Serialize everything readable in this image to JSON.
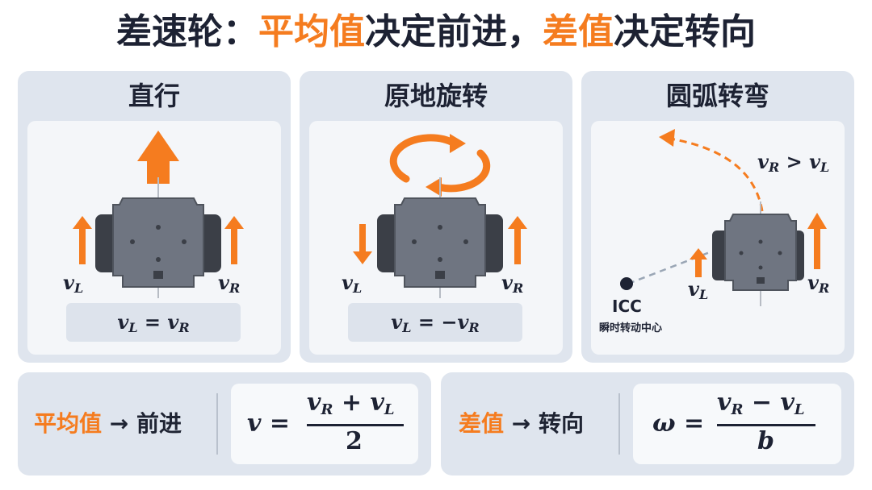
{
  "title": {
    "part1": "差速轮：",
    "part2": "平均值",
    "part3": "决定前进，",
    "part4": "差值",
    "part5": "决定转向"
  },
  "panels": [
    {
      "title": "直行",
      "left_label": "v",
      "left_sub": "L",
      "right_label": "v",
      "right_sub": "R",
      "eq": {
        "a": "v",
        "a_sub": "L",
        "op": " = ",
        "b": "v",
        "b_sub": "R"
      }
    },
    {
      "title": "原地旋转",
      "left_label": "v",
      "left_sub": "L",
      "right_label": "v",
      "right_sub": "R",
      "eq": {
        "a": "v",
        "a_sub": "L",
        "op": " = −",
        "b": "v",
        "b_sub": "R"
      }
    },
    {
      "title": "圆弧转弯",
      "left_label": "v",
      "left_sub": "L",
      "right_label": "v",
      "right_sub": "R",
      "cond": {
        "a": "v",
        "a_sub": "R",
        "op": " > ",
        "b": "v",
        "b_sub": "L"
      },
      "icc": "ICC",
      "icc_desc": "瞬时转动中心"
    }
  ],
  "bottom_left": {
    "tag": "平均值",
    "arrow": " → ",
    "rest": "前进",
    "lhs": "v =",
    "num_a": "v",
    "num_a_sub": "R",
    "num_op": " + ",
    "num_b": "v",
    "num_b_sub": "L",
    "den": "2"
  },
  "bottom_right": {
    "tag": "差值",
    "arrow": " → ",
    "rest": "转向",
    "lhs": "ω =",
    "num_a": "v",
    "num_a_sub": "R",
    "num_op": " − ",
    "num_b": "v",
    "num_b_sub": "L",
    "den": "b"
  },
  "colors": {
    "accent": "#f57c1f",
    "dark": "#1d2233",
    "panel": "#dfe5ee",
    "robot": "#6f7581",
    "wheel": "#3b3f47"
  }
}
